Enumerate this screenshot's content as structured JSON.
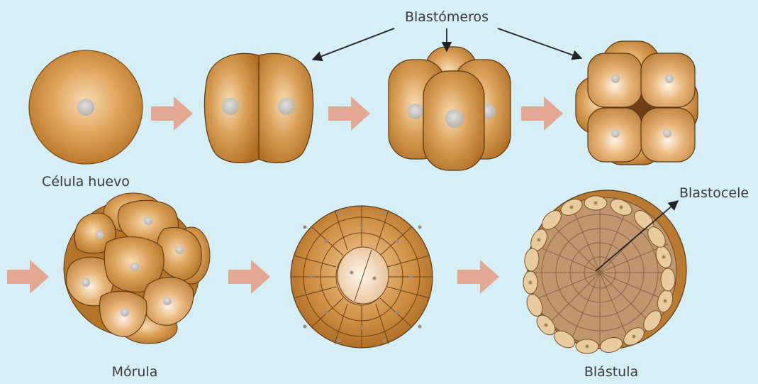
{
  "labels": {
    "blastomeros": "Blastómeros",
    "celula_huevo": "Célula huevo",
    "morula": "Mórula",
    "blastula": "Blástula",
    "blastocele": "Blastocele"
  },
  "colors": {
    "background": "#d6eef6",
    "cell_light": "#f7dbb1",
    "cell_mid": "#d99a4c",
    "cell_dark": "#b06d22",
    "outline": "#5a3a14",
    "nucleus": "#c7c3bd",
    "arrow": "#e2a892",
    "blastula_rim": "#e9cba0",
    "blastula_inner": "#bf9670"
  }
}
